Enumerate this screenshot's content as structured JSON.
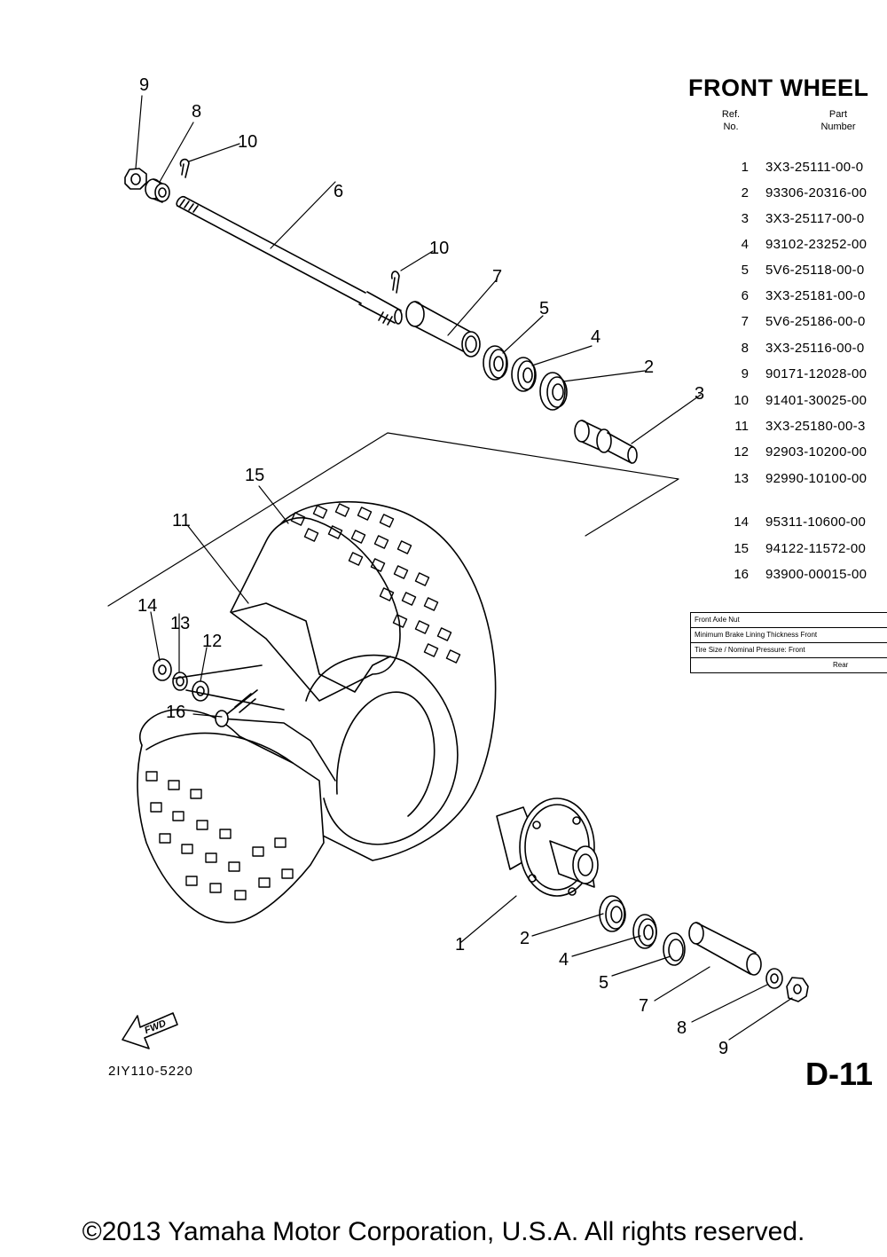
{
  "title": "FRONT WHEEL",
  "table_headers": {
    "ref_line1": "Ref.",
    "ref_line2": "No.",
    "part_line1": "Part",
    "part_line2": "Number"
  },
  "parts": [
    {
      "ref": "1",
      "part_number": "3X3-25111-00-0"
    },
    {
      "ref": "2",
      "part_number": "93306-20316-00"
    },
    {
      "ref": "3",
      "part_number": "3X3-25117-00-0"
    },
    {
      "ref": "4",
      "part_number": "93102-23252-00"
    },
    {
      "ref": "5",
      "part_number": "5V6-25118-00-0"
    },
    {
      "ref": "6",
      "part_number": "3X3-25181-00-0"
    },
    {
      "ref": "7",
      "part_number": "5V6-25186-00-0"
    },
    {
      "ref": "8",
      "part_number": "3X3-25116-00-0"
    },
    {
      "ref": "9",
      "part_number": "90171-12028-00"
    },
    {
      "ref": "10",
      "part_number": "91401-30025-00"
    },
    {
      "ref": "11",
      "part_number": "3X3-25180-00-3"
    },
    {
      "ref": "12",
      "part_number": "92903-10200-00"
    },
    {
      "ref": "13",
      "part_number": "92990-10100-00"
    },
    {
      "ref": "14",
      "part_number": "95311-10600-00"
    },
    {
      "ref": "15",
      "part_number": "94122-11572-00"
    },
    {
      "ref": "16",
      "part_number": "93900-00015-00"
    }
  ],
  "spec_box": {
    "row1": "Front Axle Nut",
    "row2": "Minimum Brake Lining Thickness Front",
    "row3": "Tire Size / Nominal Pressure: Front",
    "row4": "Rear"
  },
  "callouts": {
    "c9_top": "9",
    "c8_top": "8",
    "c10_top": "10",
    "c6": "6",
    "c10_mid": "10",
    "c7_top": "7",
    "c5_top": "5",
    "c4_top": "4",
    "c2_top": "2",
    "c3": "3",
    "c15": "15",
    "c11": "11",
    "c14": "14",
    "c13": "13",
    "c12": "12",
    "c16": "16",
    "c1": "1",
    "c2_bot": "2",
    "c4_bot": "4",
    "c5_bot": "5",
    "c7_bot": "7",
    "c8_bot": "8",
    "c9_bot": "9"
  },
  "fwd_label": "FWD",
  "figure_code": "2IY110-5220",
  "page_id": "D-11",
  "copyright": "©2013 Yamaha Motor Corporation, U.S.A. All rights reserved."
}
